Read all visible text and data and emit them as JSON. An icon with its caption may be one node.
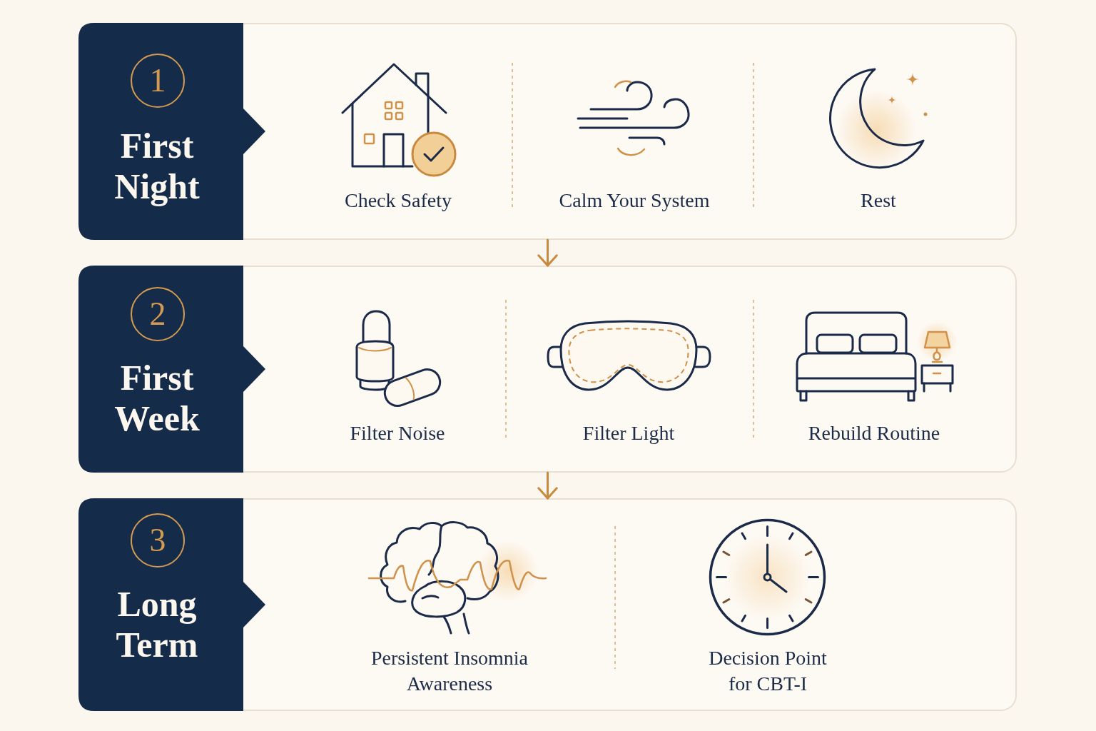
{
  "diagram": {
    "nodes": [
      {
        "text": [],
        "shape": "box"
      },
      {
        "text": [
          "First Night"
        ],
        "in": 0
      },
      {
        "text": [
          "1"
        ],
        "in": 1
      },
      {
        "text": [],
        "shape": "box"
      },
      {
        "text": [
          "First Week"
        ],
        "in": 3
      },
      {
        "text": [
          "2"
        ],
        "in": 4
      },
      {
        "text": [],
        "shape": "box"
      },
      {
        "text": [
          "Long Term"
        ],
        "in": 6
      },
      {
        "text": [
          "3"
        ],
        "in": 7
      }
    ],
    "edges": [
      {
        "from": 0,
        "to": 3,
        "arrow": "to"
      },
      {
        "from": 3,
        "to": 6,
        "arrow": "to"
      }
    ],
    "labels": [
      "Check Safety",
      "Calm Your System",
      "Rest",
      "Filter Noise",
      "Filter Light",
      "Rebuild Routine",
      "Persistent Insomnia Awareness",
      "Decision Point for CBT-I"
    ]
  }
}
